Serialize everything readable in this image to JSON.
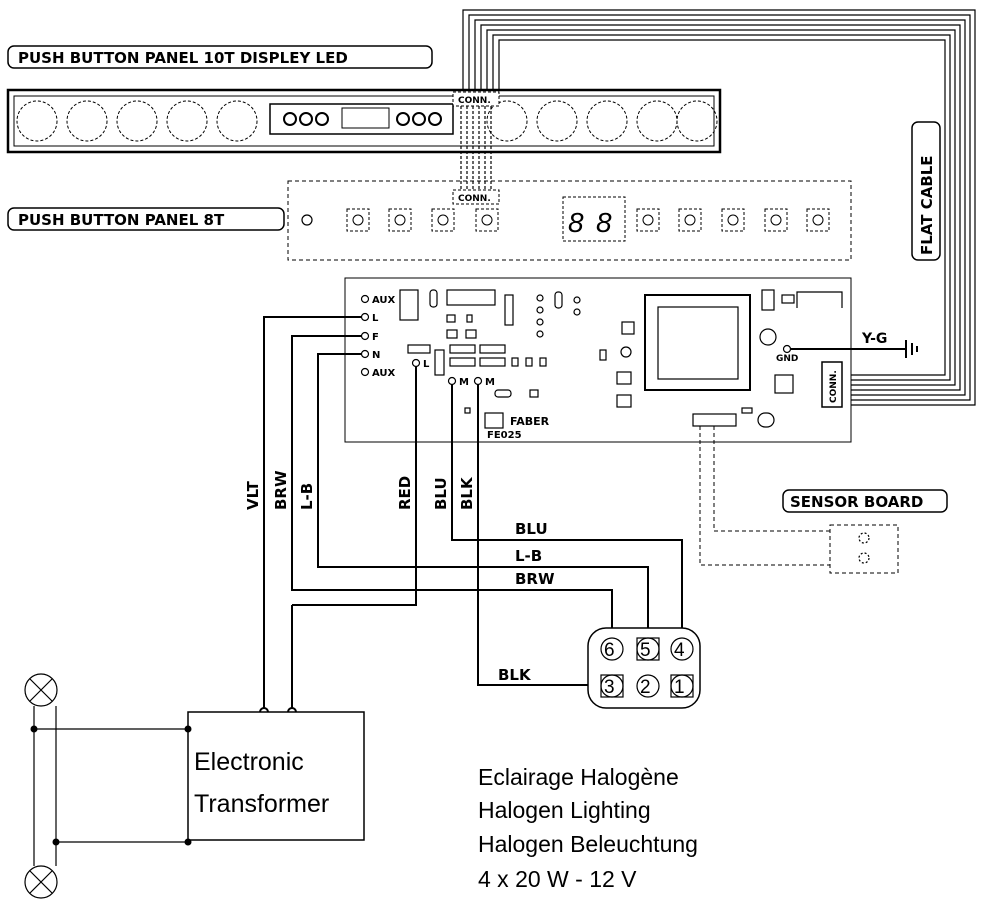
{
  "panels": {
    "panel10": "PUSH  BUTTON  PANEL  10T  DISPLEY  LED",
    "panel8": "PUSH  BUTTON  PANEL  8T",
    "flat_cable": "FLAT  CABLE",
    "sensor_board": "SENSOR  BOARD"
  },
  "connectors": {
    "conn": "CONN.",
    "conn_vertical": "CONN."
  },
  "board": {
    "brand": "FABER",
    "model": "FE025",
    "terminals": [
      "AUX",
      "L",
      "F",
      "N",
      "AUX"
    ],
    "mid_terminals": [
      "L",
      "M",
      "M"
    ],
    "gnd": "GND",
    "yg": "Y-G"
  },
  "wires": {
    "vertical": [
      "VLT",
      "BRW",
      "L-B",
      "RED",
      "BLU",
      "BLK"
    ],
    "horizontal": [
      "BLU",
      "L-B",
      "BRW",
      "BLK"
    ]
  },
  "plug": {
    "pins_top": [
      "6",
      "5",
      "4"
    ],
    "pins_bottom": [
      "3",
      "2",
      "1"
    ]
  },
  "transformer": {
    "line1": "Electronic",
    "line2": "Transformer"
  },
  "lighting": {
    "fr": "Eclairage Halogène",
    "en": "Halogen Lighting",
    "de": "Halogen Beleuchtung",
    "spec": "4 x 20 W - 12 V"
  }
}
